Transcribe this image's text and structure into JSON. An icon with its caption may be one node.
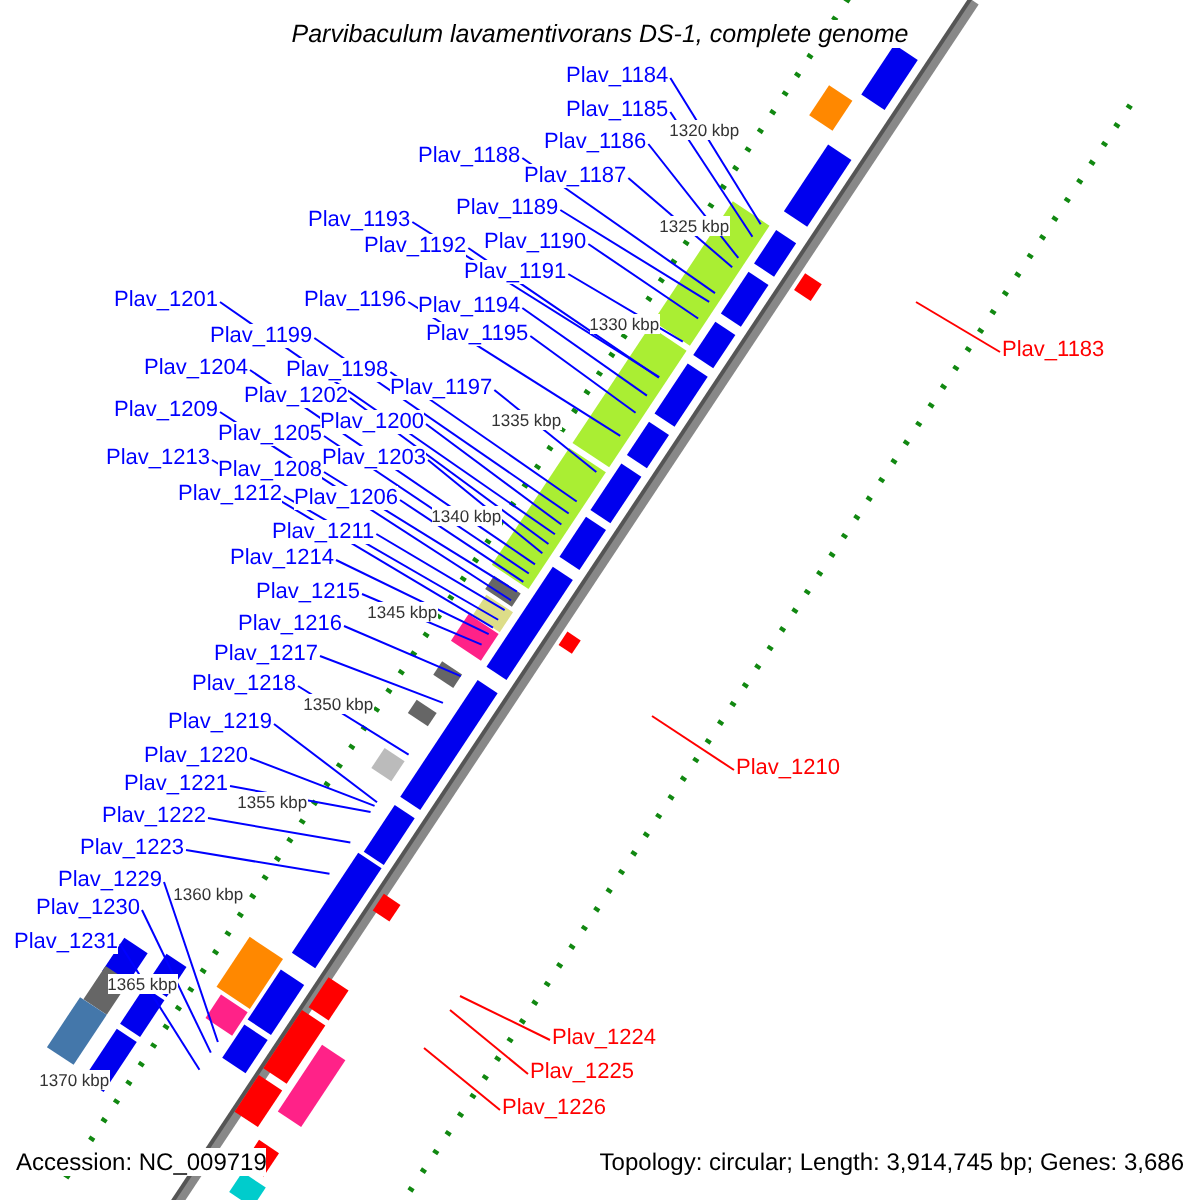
{
  "diagram": {
    "title": "Parvibaculum lavamentivorans DS-1, complete genome",
    "nodes": [
      {
        "text": [
          "Plav_1184"
        ]
      },
      {
        "text": [
          "Plav_1185"
        ]
      },
      {
        "text": [
          "Plav_1186"
        ]
      },
      {
        "text": [
          "Plav_1188"
        ]
      },
      {
        "text": [
          "Plav_1187"
        ]
      },
      {
        "text": [
          "Plav_1189"
        ]
      },
      {
        "text": [
          "Plav_1193"
        ]
      },
      {
        "text": [
          "Plav_1190"
        ]
      },
      {
        "text": [
          "Plav_1192"
        ]
      },
      {
        "text": [
          "Plav_1191"
        ]
      },
      {
        "text": [
          "Plav_1201"
        ]
      },
      {
        "text": [
          "Plav_1196"
        ]
      },
      {
        "text": [
          "Plav_1194"
        ]
      },
      {
        "text": [
          "Plav_1195"
        ]
      },
      {
        "text": [
          "Plav_1199"
        ]
      },
      {
        "text": [
          "Plav_1204"
        ]
      },
      {
        "text": [
          "Plav_1198"
        ]
      },
      {
        "text": [
          "Plav_1197"
        ]
      },
      {
        "text": [
          "Plav_1202"
        ]
      },
      {
        "text": [
          "Plav_1209"
        ]
      },
      {
        "text": [
          "Plav_1200"
        ]
      },
      {
        "text": [
          "Plav_1205"
        ]
      },
      {
        "text": [
          "Plav_1203"
        ]
      },
      {
        "text": [
          "Plav_1213"
        ]
      },
      {
        "text": [
          "Plav_1208"
        ]
      },
      {
        "text": [
          "Plav_1212"
        ]
      },
      {
        "text": [
          "Plav_1206"
        ]
      },
      {
        "text": [
          "Plav_1211"
        ]
      },
      {
        "text": [
          "Plav_1214"
        ]
      },
      {
        "text": [
          "Plav_1215"
        ]
      },
      {
        "text": [
          "Plav_1216"
        ]
      },
      {
        "text": [
          "Plav_1217"
        ]
      },
      {
        "text": [
          "Plav_1218"
        ]
      },
      {
        "text": [
          "Plav_1219"
        ]
      },
      {
        "text": [
          "Plav_1220"
        ]
      },
      {
        "text": [
          "Plav_1221"
        ]
      },
      {
        "text": [
          "Plav_1222"
        ]
      },
      {
        "text": [
          "Plav_1223"
        ]
      },
      {
        "text": [
          "Plav_1229"
        ]
      },
      {
        "text": [
          "Plav_1230"
        ]
      },
      {
        "text": [
          "Plav_1231"
        ]
      },
      {
        "text": [
          "Plav_1183"
        ]
      },
      {
        "text": [
          "Plav_1210"
        ]
      },
      {
        "text": [
          "Plav_1224"
        ]
      },
      {
        "text": [
          "Plav_1225"
        ]
      },
      {
        "text": [
          "Plav_1226"
        ]
      }
    ],
    "edges": [
      {
        "from": 0,
        "to": null,
        "arrow": "none"
      },
      {
        "from": 1,
        "to": null,
        "arrow": "none"
      },
      {
        "from": 2,
        "to": null,
        "arrow": "none"
      },
      {
        "from": 3,
        "to": null,
        "arrow": "none"
      },
      {
        "from": 4,
        "to": null,
        "arrow": "none"
      },
      {
        "from": 5,
        "to": null,
        "arrow": "none"
      },
      {
        "from": 6,
        "to": null,
        "arrow": "none"
      },
      {
        "from": 7,
        "to": null,
        "arrow": "none"
      },
      {
        "from": 8,
        "to": null,
        "arrow": "none"
      },
      {
        "from": 9,
        "to": null,
        "arrow": "none"
      },
      {
        "from": 10,
        "to": null,
        "arrow": "none"
      },
      {
        "from": 11,
        "to": null,
        "arrow": "none"
      },
      {
        "from": 12,
        "to": null,
        "arrow": "none"
      },
      {
        "from": 13,
        "to": null,
        "arrow": "none"
      },
      {
        "from": 14,
        "to": null,
        "arrow": "none"
      },
      {
        "from": 15,
        "to": null,
        "arrow": "none"
      },
      {
        "from": 16,
        "to": null,
        "arrow": "none"
      },
      {
        "from": 17,
        "to": null,
        "arrow": "none"
      },
      {
        "from": 18,
        "to": null,
        "arrow": "none"
      },
      {
        "from": 19,
        "to": null,
        "arrow": "none"
      },
      {
        "from": 20,
        "to": null,
        "arrow": "none"
      },
      {
        "from": 21,
        "to": null,
        "arrow": "none"
      },
      {
        "from": 22,
        "to": null,
        "arrow": "none"
      },
      {
        "from": 23,
        "to": null,
        "arrow": "none"
      },
      {
        "from": 24,
        "to": null,
        "arrow": "none"
      },
      {
        "from": 25,
        "to": null,
        "arrow": "none"
      },
      {
        "from": 26,
        "to": null,
        "arrow": "none"
      },
      {
        "from": 27,
        "to": null,
        "arrow": "none"
      },
      {
        "from": 28,
        "to": null,
        "arrow": "none"
      },
      {
        "from": 29,
        "to": null,
        "arrow": "none"
      },
      {
        "from": 30,
        "to": null,
        "arrow": "none"
      },
      {
        "from": 31,
        "to": null,
        "arrow": "none"
      },
      {
        "from": 32,
        "to": null,
        "arrow": "none"
      },
      {
        "from": 33,
        "to": null,
        "arrow": "none"
      },
      {
        "from": 34,
        "to": null,
        "arrow": "none"
      },
      {
        "from": 35,
        "to": null,
        "arrow": "none"
      },
      {
        "from": 36,
        "to": null,
        "arrow": "none"
      },
      {
        "from": 37,
        "to": null,
        "arrow": "none"
      },
      {
        "from": 38,
        "to": null,
        "arrow": "none"
      },
      {
        "from": 39,
        "to": null,
        "arrow": "none"
      },
      {
        "from": 40,
        "to": null,
        "arrow": "none"
      },
      {
        "from": 41,
        "to": null,
        "arrow": "none",
        "color": "#ff0000"
      },
      {
        "from": 42,
        "to": null,
        "arrow": "none",
        "color": "#ff0000"
      },
      {
        "from": 43,
        "to": null,
        "arrow": "none",
        "color": "#ff0000"
      },
      {
        "from": 44,
        "to": null,
        "arrow": "none",
        "color": "#ff0000"
      },
      {
        "from": 45,
        "to": null,
        "arrow": "none",
        "color": "#ff0000"
      }
    ],
    "labels": [
      "1320 kbp",
      "1325 kbp",
      "1330 kbp",
      "1335 kbp",
      "1340 kbp",
      "1345 kbp",
      "1350 kbp",
      "1355 kbp",
      "1360 kbp",
      "1365 kbp",
      "1370 kbp",
      "Accession: NC_009719",
      "Topology: circular; Length: 3,914,745 bp; Genes: 3,686"
    ]
  }
}
